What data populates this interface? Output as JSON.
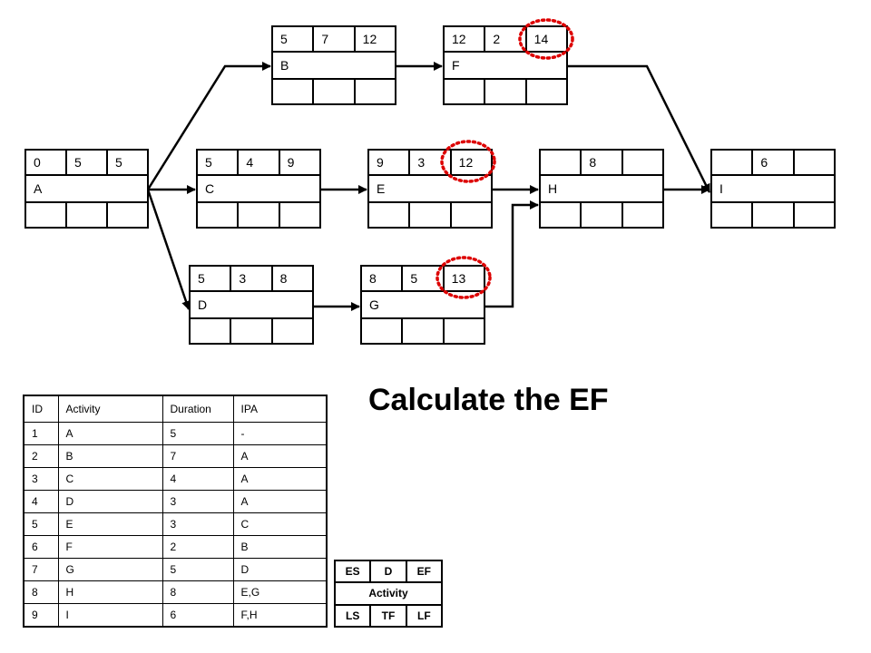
{
  "nodes": {
    "A": {
      "es": "0",
      "d": "5",
      "ef": "5",
      "name": "A"
    },
    "B": {
      "es": "5",
      "d": "7",
      "ef": "12",
      "name": "B"
    },
    "C": {
      "es": "5",
      "d": "4",
      "ef": "9",
      "name": "C"
    },
    "D": {
      "es": "5",
      "d": "3",
      "ef": "8",
      "name": "D"
    },
    "E": {
      "es": "9",
      "d": "3",
      "ef": "12",
      "name": "E"
    },
    "F": {
      "es": "12",
      "d": "2",
      "ef": "14",
      "name": "F"
    },
    "G": {
      "es": "8",
      "d": "5",
      "ef": "13",
      "name": "G"
    },
    "H": {
      "es": "",
      "d": "8",
      "ef": "",
      "name": "H"
    },
    "I": {
      "es": "",
      "d": "6",
      "ef": "",
      "name": "I"
    }
  },
  "highlighted_ef": [
    "F",
    "E",
    "G"
  ],
  "highlight_color": "#dd0000",
  "table": {
    "headers": [
      "ID",
      "Activity",
      "Duration",
      "IPA"
    ],
    "rows": [
      [
        "1",
        "A",
        "5",
        "-"
      ],
      [
        "2",
        "B",
        "7",
        "A"
      ],
      [
        "3",
        "C",
        "4",
        "A"
      ],
      [
        "4",
        "D",
        "3",
        "A"
      ],
      [
        "5",
        "E",
        "3",
        "C"
      ],
      [
        "6",
        "F",
        "2",
        "B"
      ],
      [
        "7",
        "G",
        "5",
        "D"
      ],
      [
        "8",
        "H",
        "8",
        "E,G"
      ],
      [
        "9",
        "I",
        "6",
        "F,H"
      ]
    ]
  },
  "title": "Calculate the EF",
  "legend": {
    "top": [
      "ES",
      "D",
      "EF"
    ],
    "middle": "Activity",
    "bottom": [
      "LS",
      "TF",
      "LF"
    ]
  }
}
